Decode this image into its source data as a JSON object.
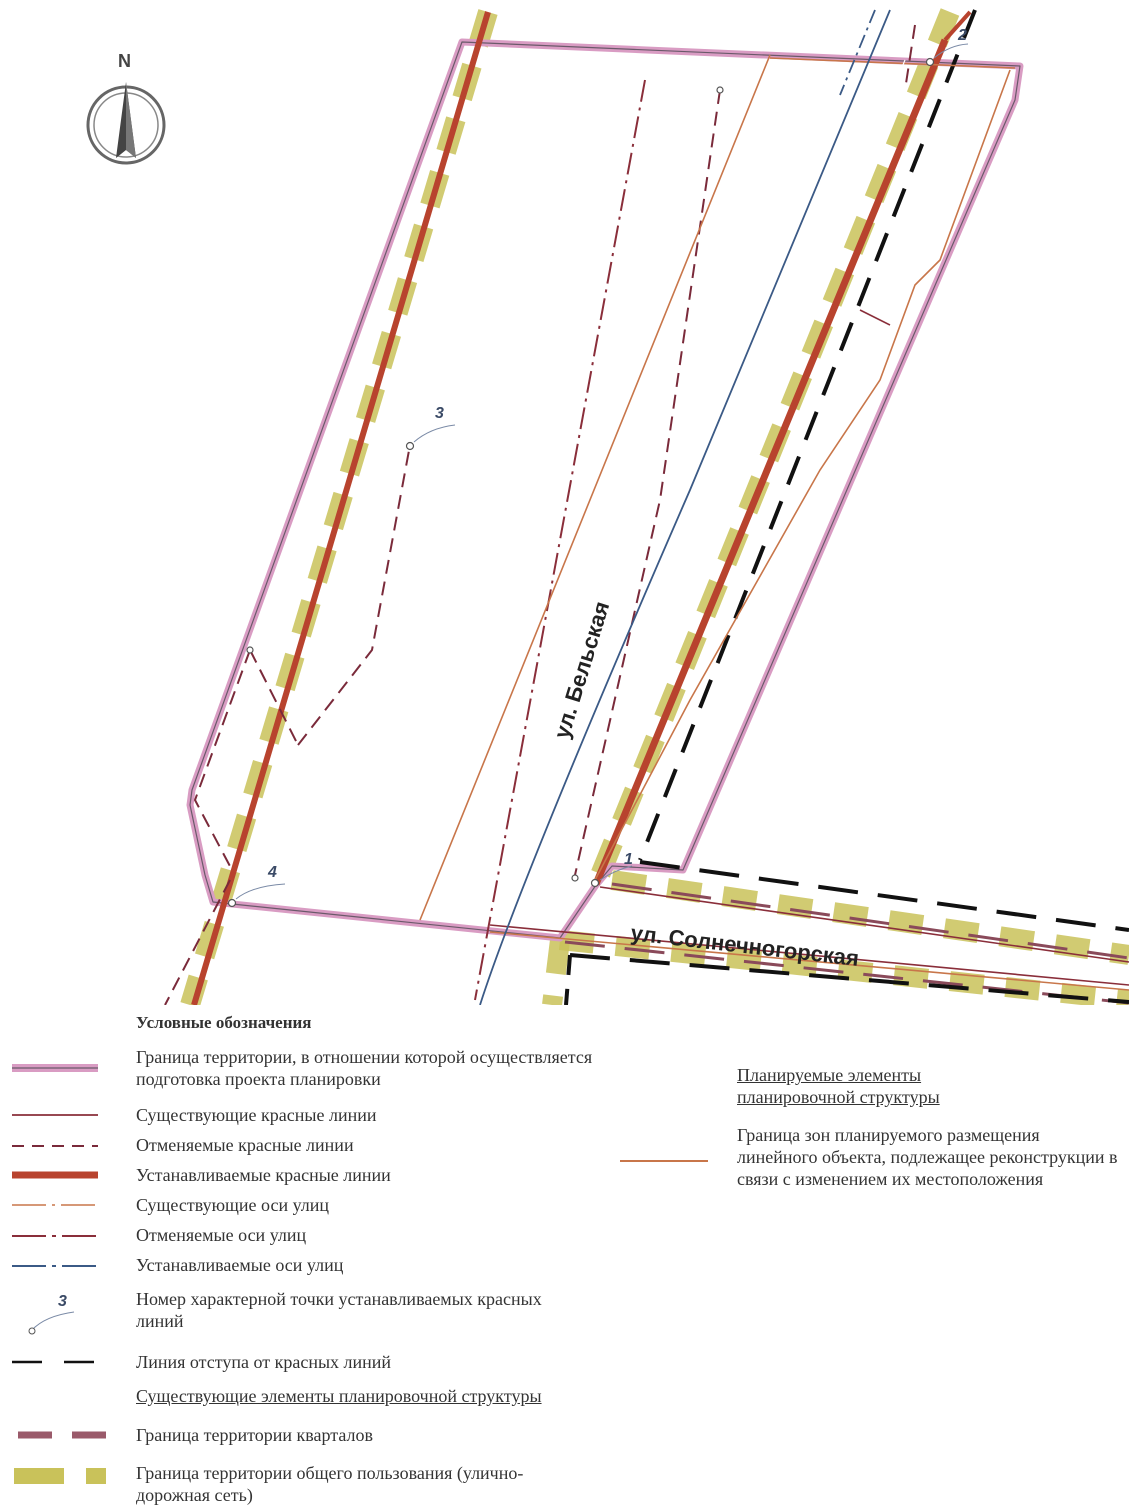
{
  "north_label": "N",
  "streets": {
    "belskaya": "ул. Бельская",
    "solnechnogorskaya": "ул. Солнечногорская"
  },
  "points": [
    "1",
    "2",
    "3",
    "4"
  ],
  "legend": {
    "title": "Условные обозначения",
    "items": [
      {
        "id": "boundary",
        "text": "Граница территории, в отношении которой осуществляется подготовка проекта планировки"
      },
      {
        "id": "existing-red",
        "text": "Существующие красные линии"
      },
      {
        "id": "cancelled-red",
        "text": "Отменяемые красные линии"
      },
      {
        "id": "new-red",
        "text": "Устанавливаемые красные линии"
      },
      {
        "id": "existing-axes",
        "text": "Существующие оси улиц"
      },
      {
        "id": "cancelled-axes",
        "text": "Отменяемые оси улиц"
      },
      {
        "id": "new-axes",
        "text": "Устанавливаемые оси улиц"
      },
      {
        "id": "point-number",
        "text": "Номер характерной точки устанавливаемых красных линий",
        "sample": "3"
      },
      {
        "id": "setback",
        "text": "Линия отступа от красных линий"
      }
    ],
    "existing_heading": "Существующие элементы планировочной структуры",
    "existing_items": [
      {
        "id": "quarters",
        "text": "Граница территории кварталов"
      },
      {
        "id": "public",
        "text": "Граница территории общего пользования (улично-дорожная сеть)"
      }
    ],
    "planned_heading": "Планируемые элементы планировочной структуры",
    "planned_items": [
      {
        "id": "linear-zone",
        "text": "Граница зон планируемого размещения линейного объекта, подлежащее реконструкции в связи с изменением их местоположения"
      }
    ]
  },
  "colors": {
    "boundary": "#d99cc3",
    "red_line": "#b8432e",
    "existing_red": "#8a2e3a",
    "public_yellow": "#c9c25a",
    "axis_blue": "#3b5a86",
    "orange": "#c8764a"
  }
}
